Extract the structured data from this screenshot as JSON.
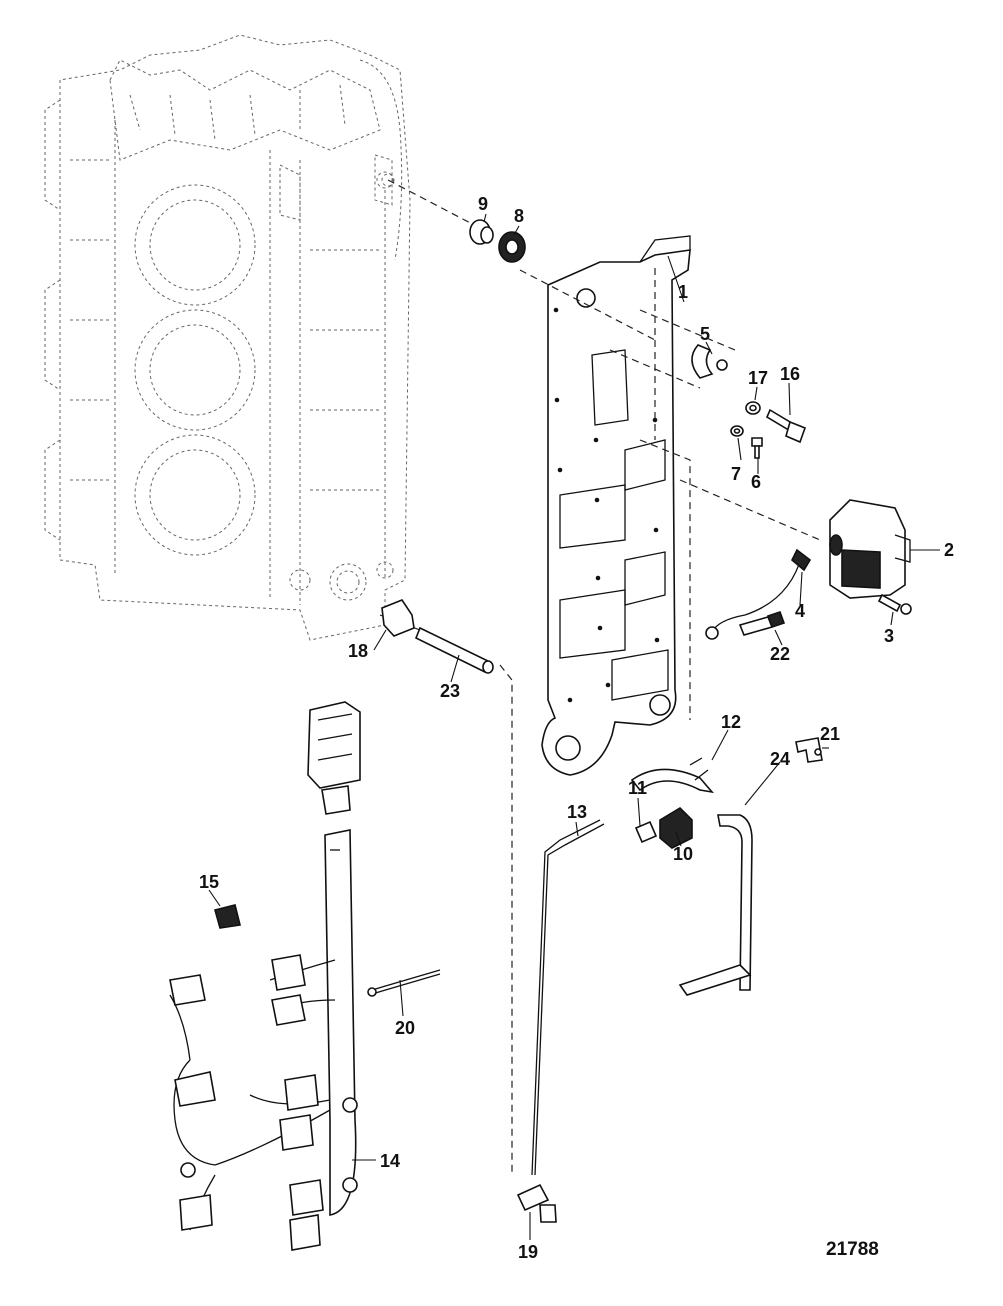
{
  "figure_number": "21788",
  "callouts": [
    "1",
    "2",
    "3",
    "4",
    "5",
    "6",
    "7",
    "8",
    "9",
    "10",
    "11",
    "12",
    "13",
    "14",
    "15",
    "16",
    "17",
    "18",
    "19",
    "20",
    "21",
    "22",
    "23",
    "24"
  ]
}
